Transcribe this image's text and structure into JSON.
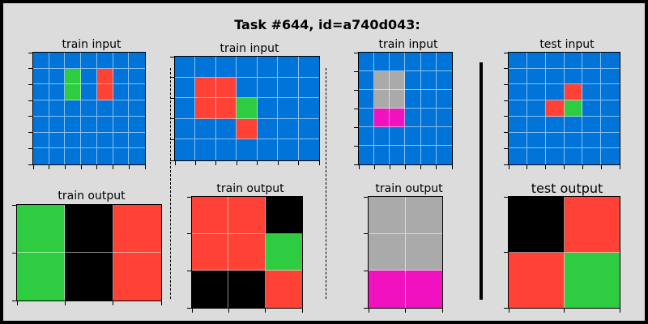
{
  "title": "Task #644, id=a740d043:",
  "colors": {
    "0": "#000000",
    "1": "#0074D9",
    "2": "#FF4136",
    "3": "#2ECC40",
    "5": "#AAAAAA",
    "6": "#F012BE"
  },
  "panels": [
    {
      "label": "train input",
      "grid": [
        [
          1,
          1,
          1,
          1,
          1,
          1,
          1
        ],
        [
          1,
          1,
          3,
          1,
          2,
          1,
          1
        ],
        [
          1,
          1,
          3,
          1,
          2,
          1,
          1
        ],
        [
          1,
          1,
          1,
          1,
          1,
          1,
          1
        ],
        [
          1,
          1,
          1,
          1,
          1,
          1,
          1
        ],
        [
          1,
          1,
          1,
          1,
          1,
          1,
          1
        ],
        [
          1,
          1,
          1,
          1,
          1,
          1,
          1
        ]
      ]
    },
    {
      "label": "train output",
      "grid": [
        [
          3,
          0,
          2
        ],
        [
          3,
          0,
          2
        ]
      ]
    },
    {
      "label": "train input",
      "grid": [
        [
          1,
          1,
          1,
          1,
          1,
          1,
          1
        ],
        [
          1,
          2,
          2,
          1,
          1,
          1,
          1
        ],
        [
          1,
          2,
          2,
          3,
          1,
          1,
          1
        ],
        [
          1,
          1,
          1,
          2,
          1,
          1,
          1
        ],
        [
          1,
          1,
          1,
          1,
          1,
          1,
          1
        ]
      ]
    },
    {
      "label": "train output",
      "grid": [
        [
          2,
          2,
          0
        ],
        [
          2,
          2,
          3
        ],
        [
          0,
          0,
          2
        ]
      ]
    },
    {
      "label": "train input",
      "grid": [
        [
          1,
          1,
          1,
          1,
          1,
          1
        ],
        [
          1,
          5,
          5,
          1,
          1,
          1
        ],
        [
          1,
          5,
          5,
          1,
          1,
          1
        ],
        [
          1,
          6,
          6,
          1,
          1,
          1
        ],
        [
          1,
          1,
          1,
          1,
          1,
          1
        ],
        [
          1,
          1,
          1,
          1,
          1,
          1
        ]
      ]
    },
    {
      "label": "train output",
      "grid": [
        [
          5,
          5
        ],
        [
          5,
          5
        ],
        [
          6,
          6
        ]
      ]
    },
    {
      "label": "test input",
      "grid": [
        [
          1,
          1,
          1,
          1,
          1,
          1
        ],
        [
          1,
          1,
          1,
          1,
          1,
          1
        ],
        [
          1,
          1,
          1,
          2,
          1,
          1
        ],
        [
          1,
          1,
          2,
          3,
          1,
          1
        ],
        [
          1,
          1,
          1,
          1,
          1,
          1
        ],
        [
          1,
          1,
          1,
          1,
          1,
          1
        ],
        [
          1,
          1,
          1,
          1,
          1,
          1
        ]
      ]
    },
    {
      "label": "test output",
      "grid": [
        [
          0,
          2
        ],
        [
          2,
          3
        ]
      ]
    }
  ]
}
